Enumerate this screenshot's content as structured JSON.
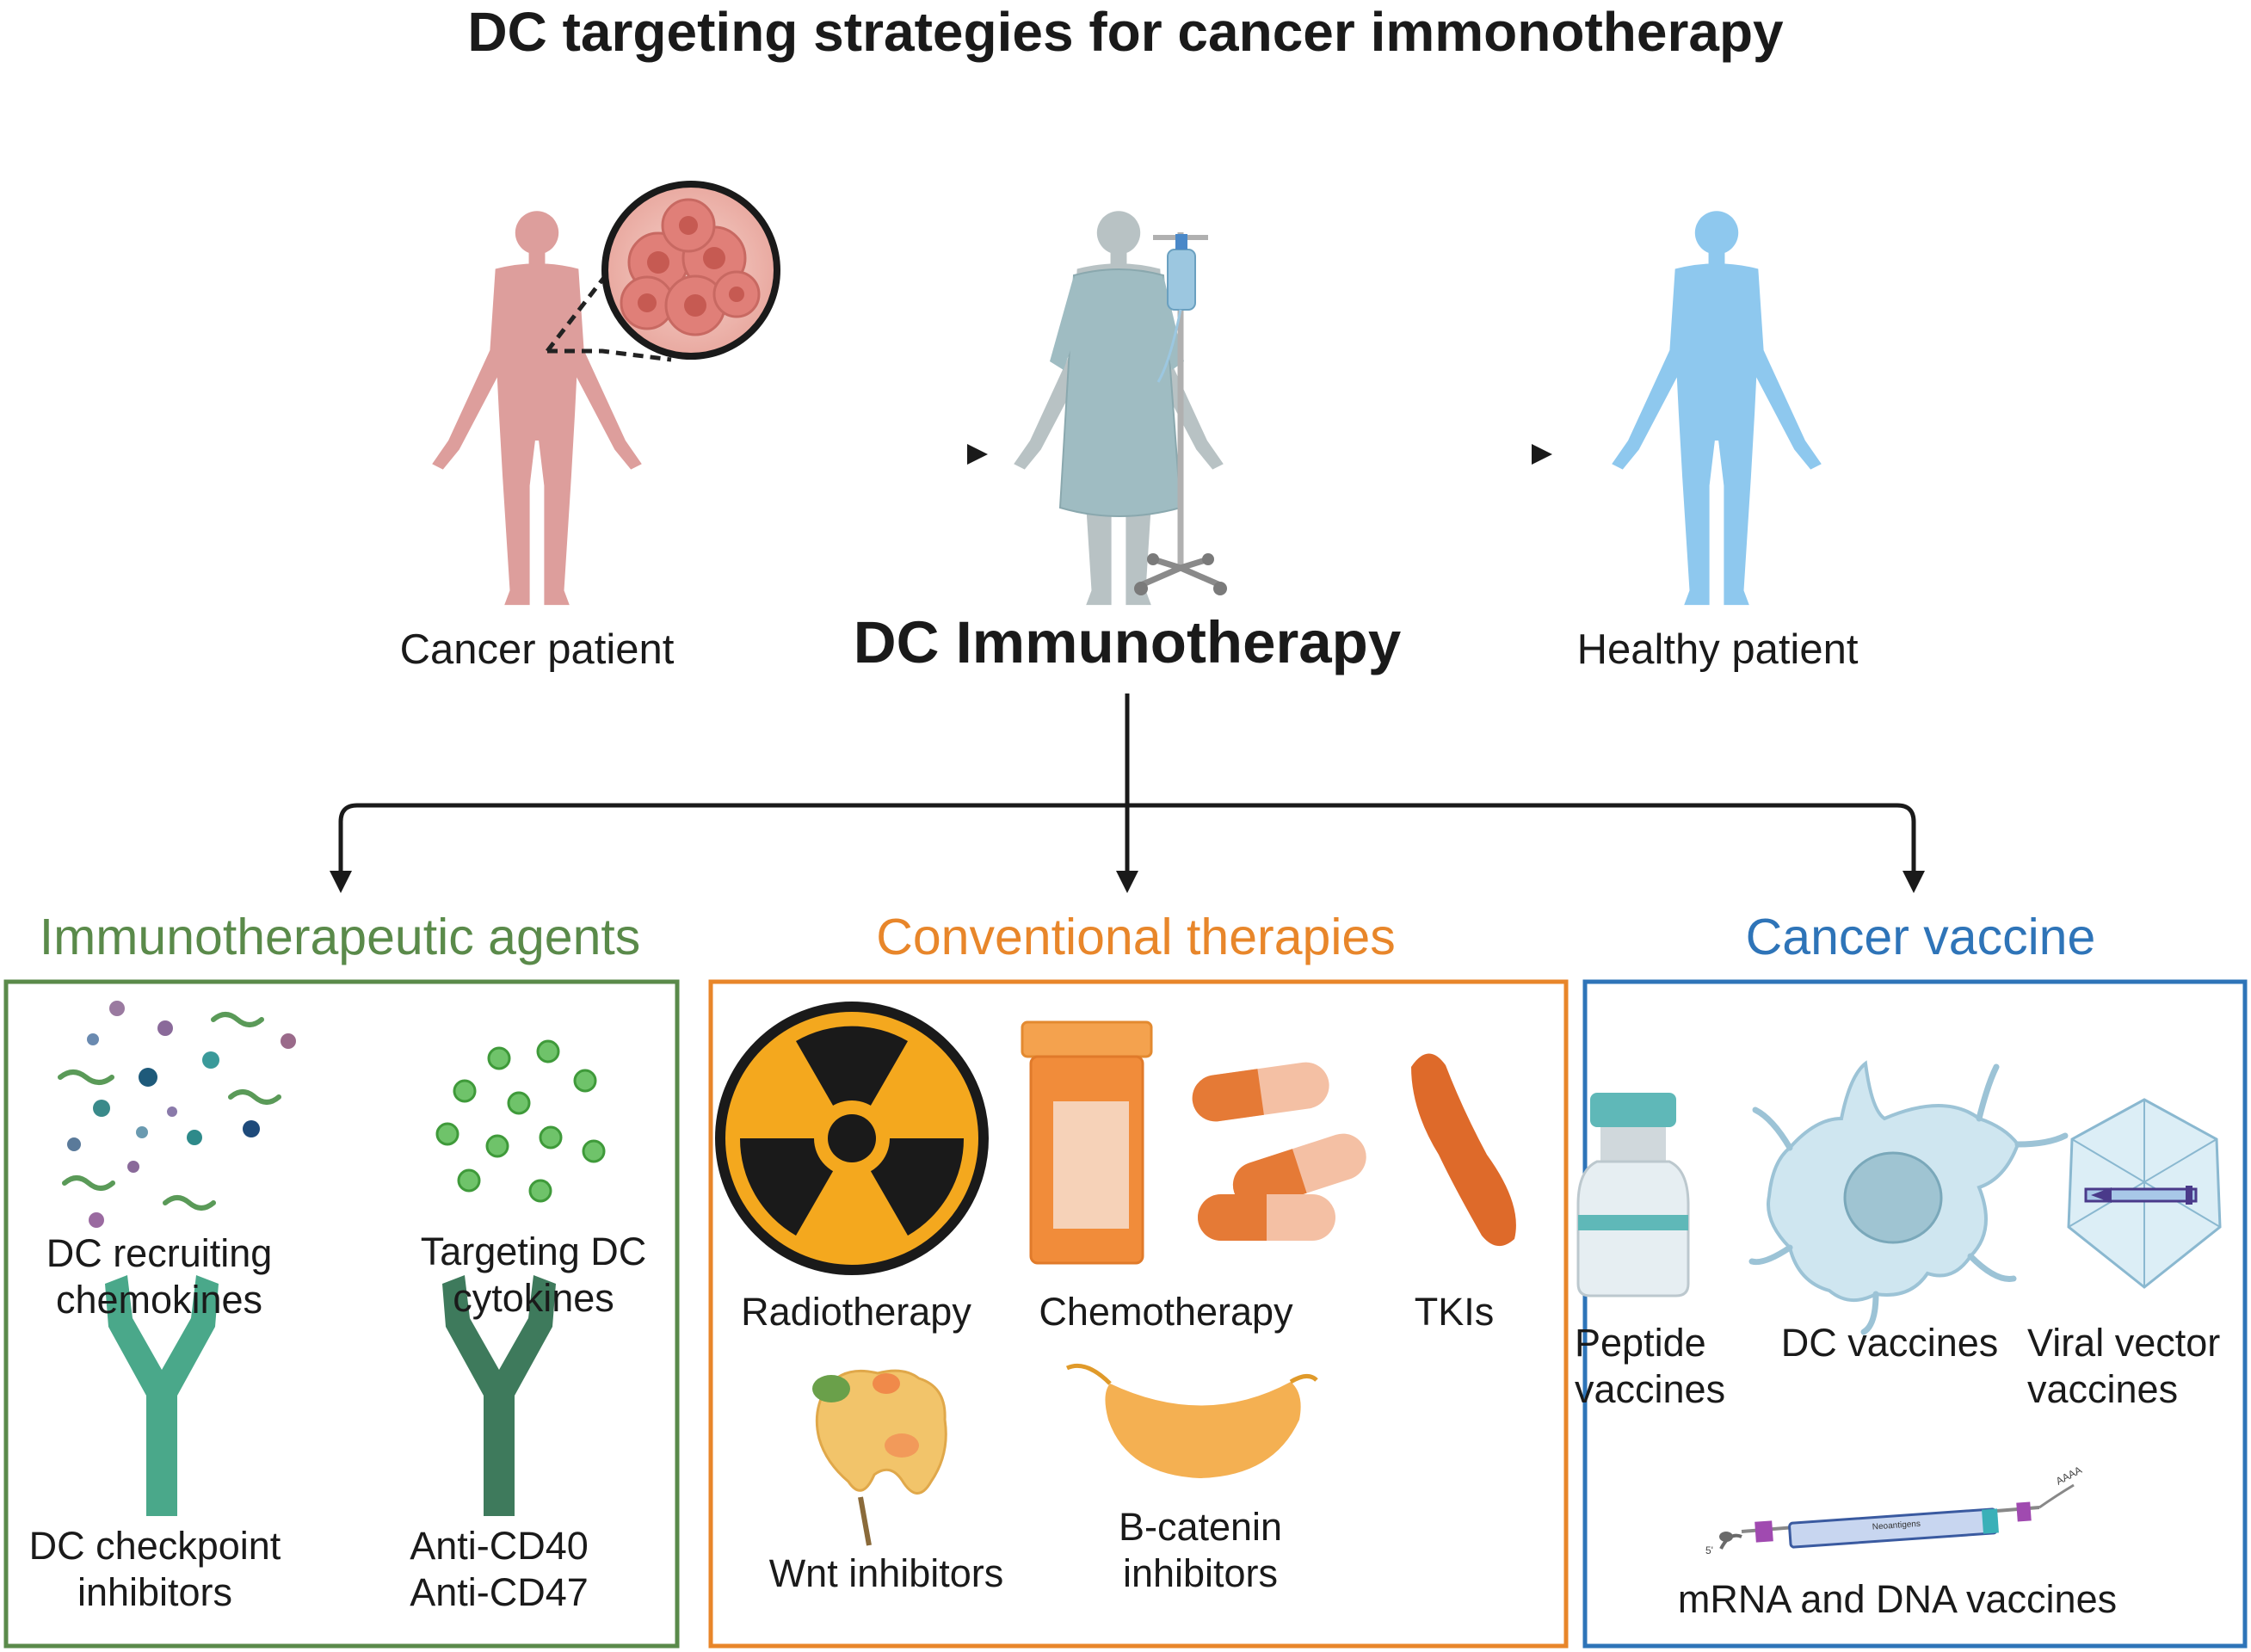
{
  "title": "DC targeting strategies for cancer immonotherapy",
  "flow": {
    "start": "Cancer patient",
    "center": "DC Immunotherapy",
    "end": "Healthy patient"
  },
  "categories": [
    {
      "name": "Immunotherapeutic agents",
      "color": "#5a8a4a",
      "items": [
        {
          "line1": "DC recruiting",
          "line2": "chemokines"
        },
        {
          "line1": "Targeting DC",
          "line2": "cytokines"
        },
        {
          "line1": "DC checkpoint",
          "line2": "inhibitors"
        },
        {
          "line1": "Anti-CD40",
          "line2": "Anti-CD47"
        }
      ]
    },
    {
      "name": "Conventional therapies",
      "color": "#e8862a",
      "items": [
        {
          "line1": "Radiotherapy"
        },
        {
          "line1": "Chemotherapy"
        },
        {
          "line1": "TKIs"
        },
        {
          "line1": "Wnt inhibitors"
        },
        {
          "line1": "B-catenin",
          "line2": "inhibitors"
        }
      ]
    },
    {
      "name": "Cancer vaccine",
      "color": "#2e74b8",
      "items": [
        {
          "line1": "Peptide",
          "line2": "vaccines"
        },
        {
          "line1": "DC vaccines"
        },
        {
          "line1": "Viral vector",
          "line2": "vaccines"
        },
        {
          "line1": "mRNA and DNA vaccines"
        }
      ]
    }
  ],
  "construct_labels": {
    "five_prime": "5'",
    "poly_a": "AAAA",
    "insert": "Neoantigens"
  },
  "icons": [
    "cancer-patient-icon",
    "tumor-cells-magnifier-icon",
    "hospital-patient-iv-icon",
    "healthy-patient-icon",
    "chemokine-molecules-icon",
    "cytokine-molecules-icon",
    "antibody-icon",
    "radiation-icon",
    "pill-bottle-icon",
    "capsule-icon",
    "tki-molecule-icon",
    "wnt-protein-icon",
    "b-catenin-protein-icon",
    "vaccine-vial-icon",
    "dendritic-cell-icon",
    "viral-capsid-icon",
    "mrna-construct-icon"
  ]
}
